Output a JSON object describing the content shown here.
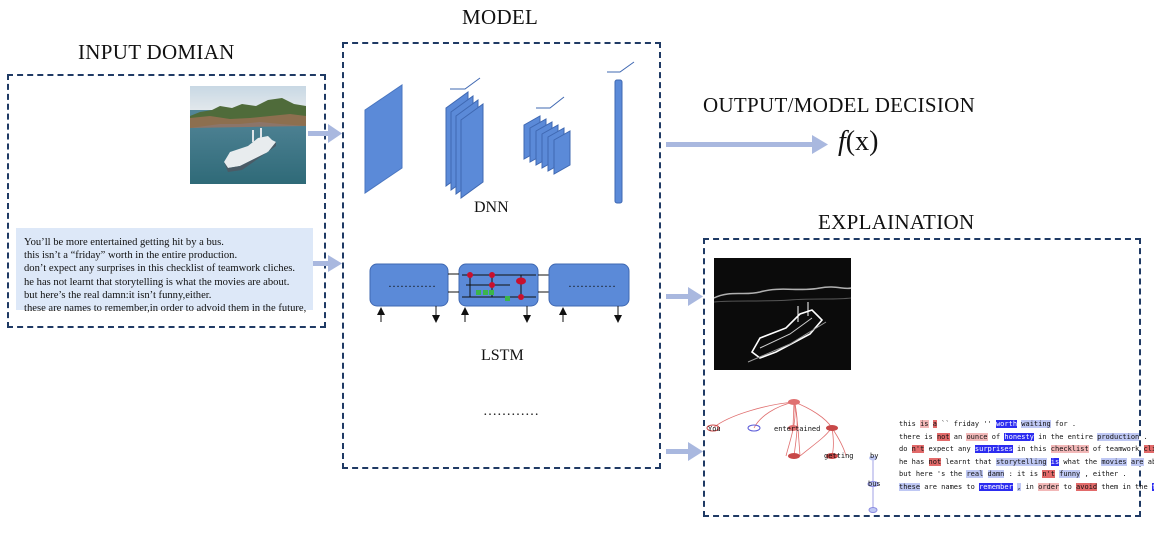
{
  "titles": {
    "input": "INPUT DOMIAN",
    "model": "MODEL",
    "output": "OUTPUT/MODEL DECISION",
    "explanation": "EXPLAINATION"
  },
  "labels": {
    "dnn": "DNN",
    "lstm": "LSTM",
    "more_models": "…………",
    "lstm_cell_left": "…………",
    "lstm_cell_right": "…………",
    "fx_f": "f",
    "fx_x": "(x)"
  },
  "input_text": [
    "You’ll be more entertained getting hit by a bus.",
    "this isn’t a “friday” worth in the entire production.",
    "don’t expect any surprises in this checklist of teamwork cliches.",
    "he has not learnt that storytelling is what the movies are about.",
    "but here’s the real damn:it isn’t funny,either.",
    "these are names to remember,in order to advoid them in the future,"
  ],
  "tree_words": {
    "w1": "You",
    "w2": "entertained",
    "w3": "getting",
    "w4": "by",
    "w5": "bus"
  },
  "explanation_text": [
    [
      "this ",
      "is",
      " ",
      "a",
      " `` friday '' ",
      "worth",
      " ",
      "waiting",
      " for ."
    ],
    [
      "there is ",
      "not",
      " an ",
      "ounce",
      " of ",
      "honesty",
      " in the entire ",
      "production",
      " ."
    ],
    [
      "do ",
      "n't",
      " expect any ",
      "surprises",
      " in this ",
      "checklist",
      " of teamwork ",
      "cliches",
      " ."
    ],
    [
      "he has ",
      "not",
      " learnt that ",
      "storytelling",
      " ",
      "is",
      " what the ",
      "movies",
      " ",
      "are",
      " about ."
    ],
    [
      "but here 's the ",
      "real",
      " ",
      "damn",
      " : it is ",
      "n't",
      " ",
      "funny",
      " , either ."
    ],
    [
      "these",
      " are names to ",
      "remember",
      " ",
      ",",
      " in ",
      "order",
      " to ",
      "avoid",
      " them in the ",
      "future",
      " ."
    ]
  ],
  "colors": {
    "dash_border": "#1f3a64",
    "shape_blue": "#5b8ad8",
    "arrow": "#a9b8df",
    "highlight_red": "#e26a6a",
    "highlight_blue": "#2c2cf0"
  }
}
